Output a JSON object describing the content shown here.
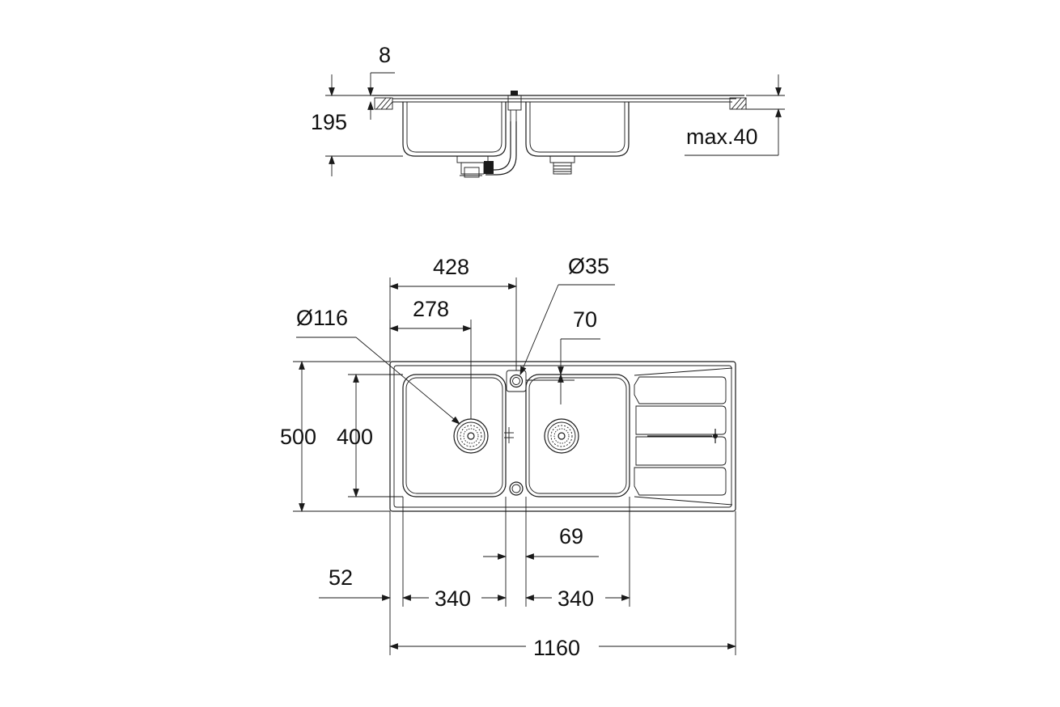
{
  "colors": {
    "line": "#1a1a1a",
    "background": "#ffffff"
  },
  "side_view": {
    "dim_thickness": "8",
    "dim_depth": "195",
    "dim_max_worktop": "max.40"
  },
  "top_view": {
    "dim_overall_depth": "500",
    "dim_bowl_depth": "400",
    "dim_to_tap_hole": "428",
    "dim_to_drain_center": "278",
    "dim_drain_diameter": "Ø116",
    "dim_tap_hole_diameter": "Ø35",
    "dim_tap_hole_offset": "70",
    "dim_bowl_gap": "69",
    "dim_edge_offset": "52",
    "dim_left_bowl_width": "340",
    "dim_right_bowl_width": "340",
    "dim_overall_width": "1160"
  }
}
